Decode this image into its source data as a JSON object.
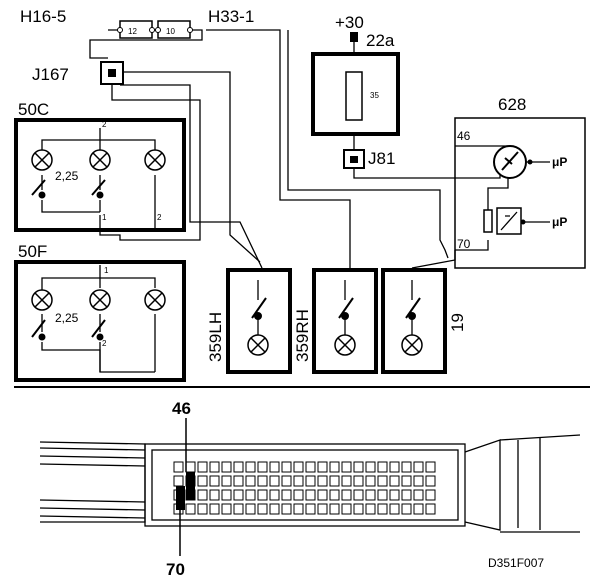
{
  "connectors": {
    "h16": "H16-5",
    "h33": "H33-1",
    "j167": "J167",
    "j81": "J81"
  },
  "fuses": {
    "f12": "12",
    "f10": "10",
    "f35": "35"
  },
  "power": {
    "plus30": "+30",
    "p22a": "22a"
  },
  "modules": {
    "m50c": "50C",
    "m50f": "50F",
    "m628": "628",
    "lamp225_c": "2,25",
    "lamp225_f": "2,25"
  },
  "pins": {
    "p2": "2",
    "p1": "1",
    "p2b": "2",
    "p1b": "1",
    "p2c": "2",
    "p46": "46",
    "p70": "70",
    "mup1": "μP",
    "mup2": "μP"
  },
  "switches": {
    "s359lh": "359LH",
    "s359rh": "359RH",
    "s19": "19"
  },
  "connector_view": {
    "pin_top": "46",
    "pin_bottom": "70"
  },
  "figure_code": "D351F007"
}
